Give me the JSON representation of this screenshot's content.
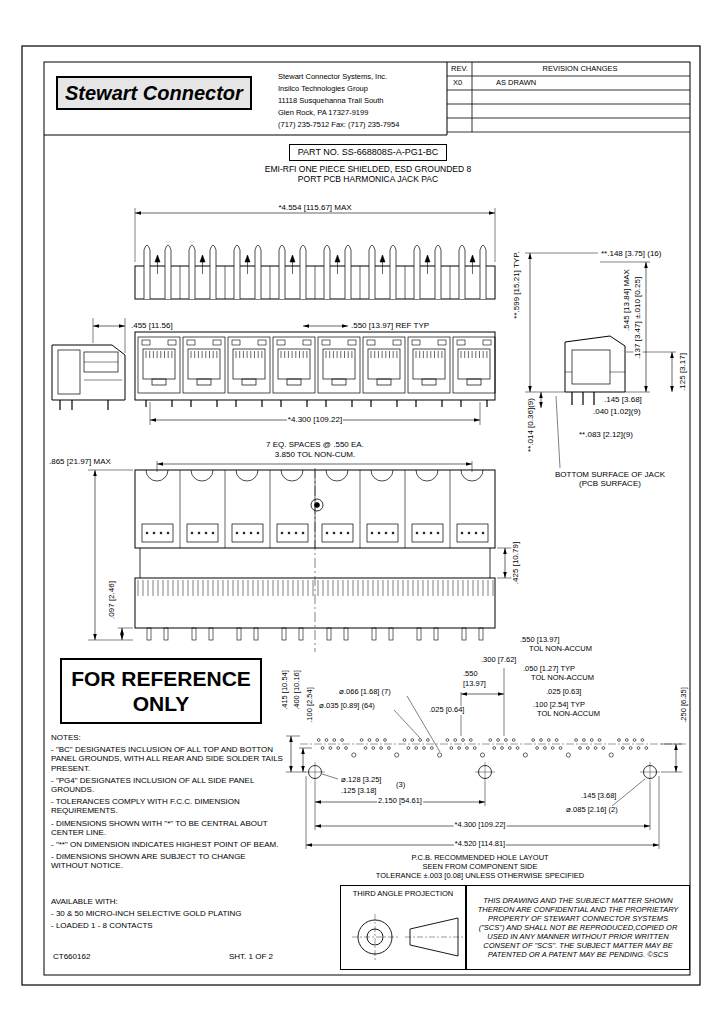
{
  "diagram": {
    "title": "EMI-RFI ONE PIECE SHIELDED, ESD GROUNDED 8 PORT PCB HARMONICA JACK PAC",
    "nodes": [
      {
        "text": [
          "Stewart Connector"
        ]
      },
      {
        "text": [
          "PART NO. SS-668808S-A-PG1-BC"
        ]
      },
      {
        "text": [
          "FOR REFERENCE ONLY"
        ]
      },
      {
        "text": [
          "THIRD ANGLE PROJECTION"
        ]
      },
      {
        "text": [
          "THIS DRAWING AND THE SUBJECT MATTER SHOWN THEREON ARE CONFIDENTIAL AND THE PROPRIETARY PROPERTY OF STEWART CONNECTOR SYSTEMS (\"SCS\") AND SHALL NOT BE REPRODUCED,COPIED OR USED IN ANY MANNER WITHOUT PRIOR WRITTEN CONSENT OF \"SCS\". THE SUBJECT MATTER MAY BE PATENTED OR A PATENT MAY BE PENDING. ©SCS"
        ]
      }
    ],
    "labels": [
      "Stewart Connector Systems, Inc.",
      "Insilco Technologies Group",
      "11118 Susquehanna Trail South",
      "Glen Rock, PA 17327-9199",
      "(717) 235-7512 Fax: (717) 235-7954",
      "REV.",
      "REVISION CHANGES",
      "X0",
      "AS DRAWN",
      "*4.554 [115.67] MAX",
      "**.148 [3.75] (16)",
      "**.599 [15.21] TYP.",
      ".545 [13.84] MAX",
      ".137 [3.47] ±.010 [0.25]",
      ".125 [3.17]",
      ".145 [3.68]",
      ".040 [1.02](9)",
      "**.083 [2.12](9)",
      "**.014 [0.36](9)",
      "BOTTOM SURFACE OF JACK (PCB SURFACE)",
      ".455 [11.56]",
      ".550 [13.97] REF TYP",
      "*4.300 [109.22]",
      "7 EQ. SPACES @ .550 EA.",
      "3.850 TOL NON-CUM.",
      ".865 [21.97] MAX",
      ".425 [10.79]",
      ".097 [2.46]",
      ".550 [13.97]",
      "TOL NON-ACCUM",
      ".300 [7.62]",
      ".050 [1.27] TYP",
      "TOL NON-ACCUM",
      ".550",
      "[13.97]",
      ".025 [0.63]",
      ".100 [2.54] TYP",
      "TOL NON-ACCUM",
      ".025 [0.64]",
      "⌀.066 [1.68] (7)",
      "⌀.035 [0.89] (64)",
      ".415 [10.54]",
      ".400 [10.16]",
      ".100 [2.54]",
      ".250 [6.35]",
      "⌀.128 [3.25]",
      "(3)",
      ".125 [3.18]",
      "2.150 [54.61]",
      ".145 [3.68]",
      "⌀.085 [2.16] (2)",
      "*4.300 [109.22]",
      "*4.520 [114.81]",
      "P.C.B. RECOMMENDED HOLE LAYOUT",
      "SEEN FROM COMPONENT SIDE",
      "TOLERANCE ±.003 [0.08] UNLESS OTHERWISE SPECIFIED",
      "NOTES:",
      "- \"BC\" DESIGNATES INCLUSION OF ALL TOP AND BOTTON PANEL GROUNDS, WITH ALL REAR AND SIDE SOLDER TAILS PRESENT.",
      "- \"PG4\" DESIGNATES INCLUSION OF ALL SIDE PANEL GROUNDS.",
      "- TOLERANCES COMPLY WITH F.C.C. DIMENSION REQUIREMENTS.",
      "- DIMENSIONS SHOWN WITH \"*\" TO BE CENTRAL ABOUT CENTER LINE.",
      "- \"**\" ON DIMENSION INDICATES HIGHEST POINT OF BEAM.",
      "- DIMENSIONS SHOWN ARE SUBJECT TO CHANGE WITHOUT NOTICE.",
      "AVAILABLE WITH:",
      "- 30 & 50 MICRO-INCH SELECTIVE GOLD PLATING",
      "- LOADED 1 - 8 CONTACTS",
      "CT660162",
      "SHT. 1 OF 2"
    ]
  }
}
